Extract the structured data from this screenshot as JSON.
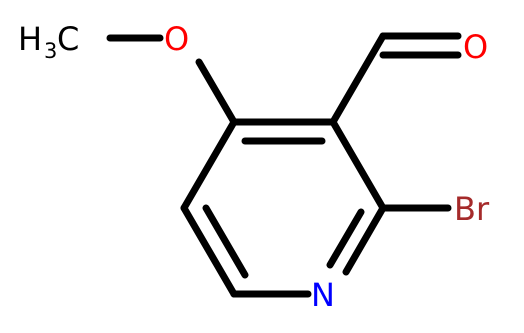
{
  "molecule": {
    "atoms": {
      "methyl_h": "H",
      "methyl_h_sub": "3",
      "methyl_c": "C",
      "ether_o": "O",
      "carbonyl_o": "O",
      "bromine": "Br",
      "ring_n": "N"
    },
    "colors": {
      "bond": "#000000",
      "oxygen": "#ff0000",
      "bromine": "#a52a2a",
      "nitrogen": "#0000ff",
      "carbon": "#000000"
    }
  }
}
